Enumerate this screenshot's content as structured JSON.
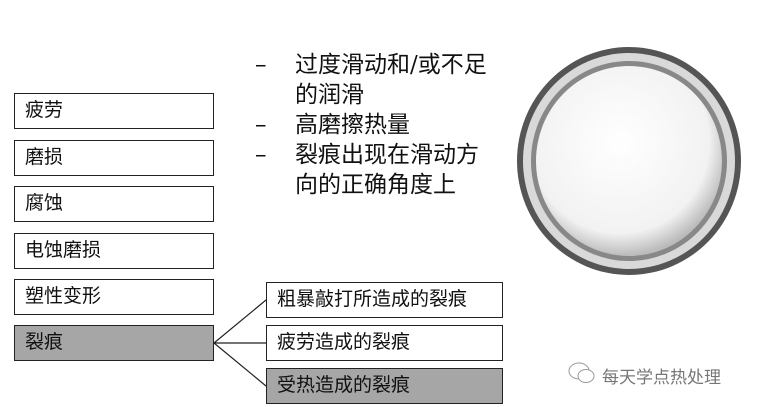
{
  "causes": [
    "疲劳",
    "磨损",
    "腐蚀",
    "电蚀磨损",
    "塑性变形",
    "裂痕"
  ],
  "crack_types": [
    "粗暴敲打所造成的裂痕",
    "疲劳造成的裂痕",
    "受热造成的裂痕"
  ],
  "bullets": [
    "过度滑动和/或不足的润滑",
    "高磨擦热量",
    "裂痕出现在滑动方向的正确角度上"
  ],
  "bullet_marker": "–",
  "watermark": "每天学点热处理"
}
